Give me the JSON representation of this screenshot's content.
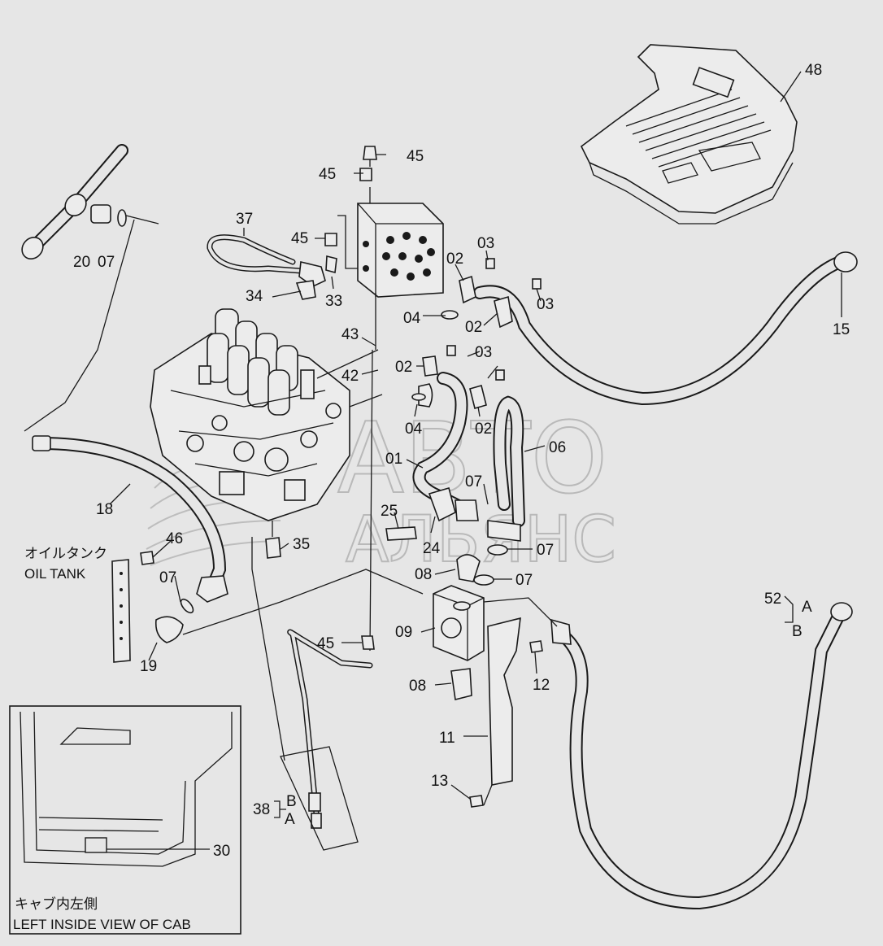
{
  "parts": {
    "p48": "48",
    "p45a": "45",
    "p45b": "45",
    "p45c": "45",
    "p45d": "45",
    "p37": "37",
    "p20": "20",
    "p07a": "07",
    "p34": "34",
    "p33": "33",
    "p03a": "03",
    "p02a": "02",
    "p03b": "03",
    "p04a": "04",
    "p02b": "02",
    "p15": "15",
    "p43": "43",
    "p42": "42",
    "p02c": "02",
    "p03c": "03",
    "p04b": "04",
    "p02d": "02",
    "p01": "01",
    "p06": "06",
    "p07b": "07",
    "p18": "18",
    "p25": "25",
    "p24": "24",
    "p07c": "07",
    "p46": "46",
    "p35": "35",
    "p07d": "07",
    "p08a": "08",
    "p07e": "07",
    "p52": "52",
    "p52a": "A",
    "p52b": "B",
    "p19": "19",
    "p09": "09",
    "p12": "12",
    "p08b": "08",
    "p11": "11",
    "p13": "13",
    "p38": "38",
    "p38b": "B",
    "p38a": "A",
    "p30": "30"
  },
  "notes": {
    "oil_tank_jp": "オイルタンク",
    "oil_tank_en": "OIL TANK",
    "cab_view_jp": "キャブ内左側",
    "cab_view_en": "LEFT INSIDE VIEW OF CAB"
  },
  "watermark": {
    "line1": "АВТО",
    "line2": "АЛЬЯНС"
  }
}
